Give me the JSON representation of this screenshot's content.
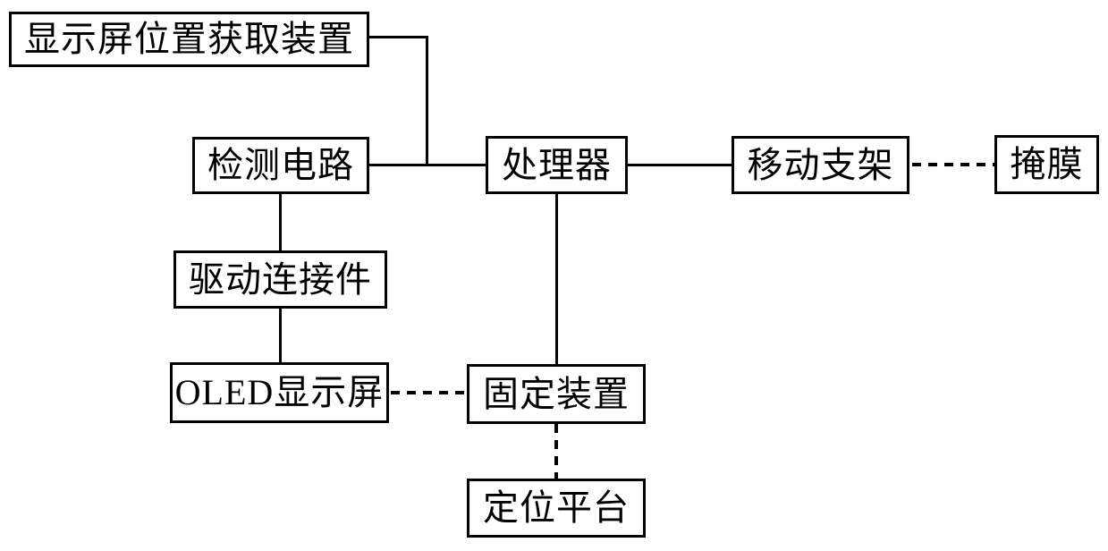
{
  "diagram": {
    "type": "block-diagram",
    "colors": {
      "background": "#ffffff",
      "line": "#000000",
      "text": "#000000"
    },
    "nodes": [
      {
        "id": "display-position-acquisition-device",
        "label": "显示屏位置获取装置"
      },
      {
        "id": "detection-circuit",
        "label": "检测电路"
      },
      {
        "id": "processor",
        "label": "处理器"
      },
      {
        "id": "mobile-bracket",
        "label": "移动支架"
      },
      {
        "id": "mask",
        "label": "掩膜"
      },
      {
        "id": "drive-connector",
        "label": "驱动连接件"
      },
      {
        "id": "oled-display",
        "label": "OLED显示屏"
      },
      {
        "id": "fixing-device",
        "label": "固定装置"
      },
      {
        "id": "positioning-platform",
        "label": "定位平台"
      }
    ],
    "edges": [
      {
        "from": "display-position-acquisition-device",
        "to": "processor",
        "style": "solid",
        "route": "elbow joining the detection-circuit to processor line"
      },
      {
        "from": "detection-circuit",
        "to": "processor",
        "style": "solid"
      },
      {
        "from": "processor",
        "to": "mobile-bracket",
        "style": "solid"
      },
      {
        "from": "mobile-bracket",
        "to": "mask",
        "style": "dashed"
      },
      {
        "from": "detection-circuit",
        "to": "drive-connector",
        "style": "solid"
      },
      {
        "from": "drive-connector",
        "to": "oled-display",
        "style": "solid"
      },
      {
        "from": "oled-display",
        "to": "fixing-device",
        "style": "dashed"
      },
      {
        "from": "processor",
        "to": "fixing-device",
        "style": "solid"
      },
      {
        "from": "fixing-device",
        "to": "positioning-platform",
        "style": "dashed"
      }
    ]
  }
}
